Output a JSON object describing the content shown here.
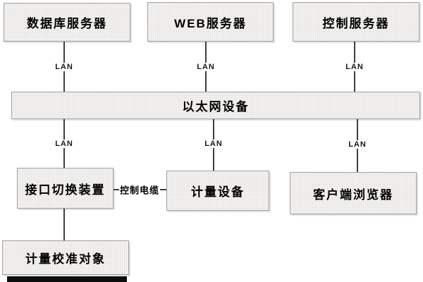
{
  "diagram": {
    "nodes": {
      "database_server": {
        "label": "数据库服务器"
      },
      "web_server": {
        "label": "WEB服务器"
      },
      "control_server": {
        "label": "控制服务器"
      },
      "ethernet_device": {
        "label": "以太网设备"
      },
      "interface_switch": {
        "label": "接口切换装置"
      },
      "metering_device": {
        "label": "计量设备"
      },
      "client_browser": {
        "label": "客户端浏览器"
      },
      "calibration_object": {
        "label": "计量校准对象"
      }
    },
    "edge_labels": {
      "lan_database": "LAN",
      "lan_web": "LAN",
      "lan_control": "LAN",
      "lan_switch": "LAN",
      "lan_meter": "LAN",
      "lan_client": "LAN",
      "control_cable": "控制电缆"
    },
    "colors": {
      "box_fill": "#f4f3f1",
      "box_border": "#a0a0a0",
      "line": "#3f3f3f",
      "text": "#000000",
      "background": "#ffffff"
    }
  }
}
